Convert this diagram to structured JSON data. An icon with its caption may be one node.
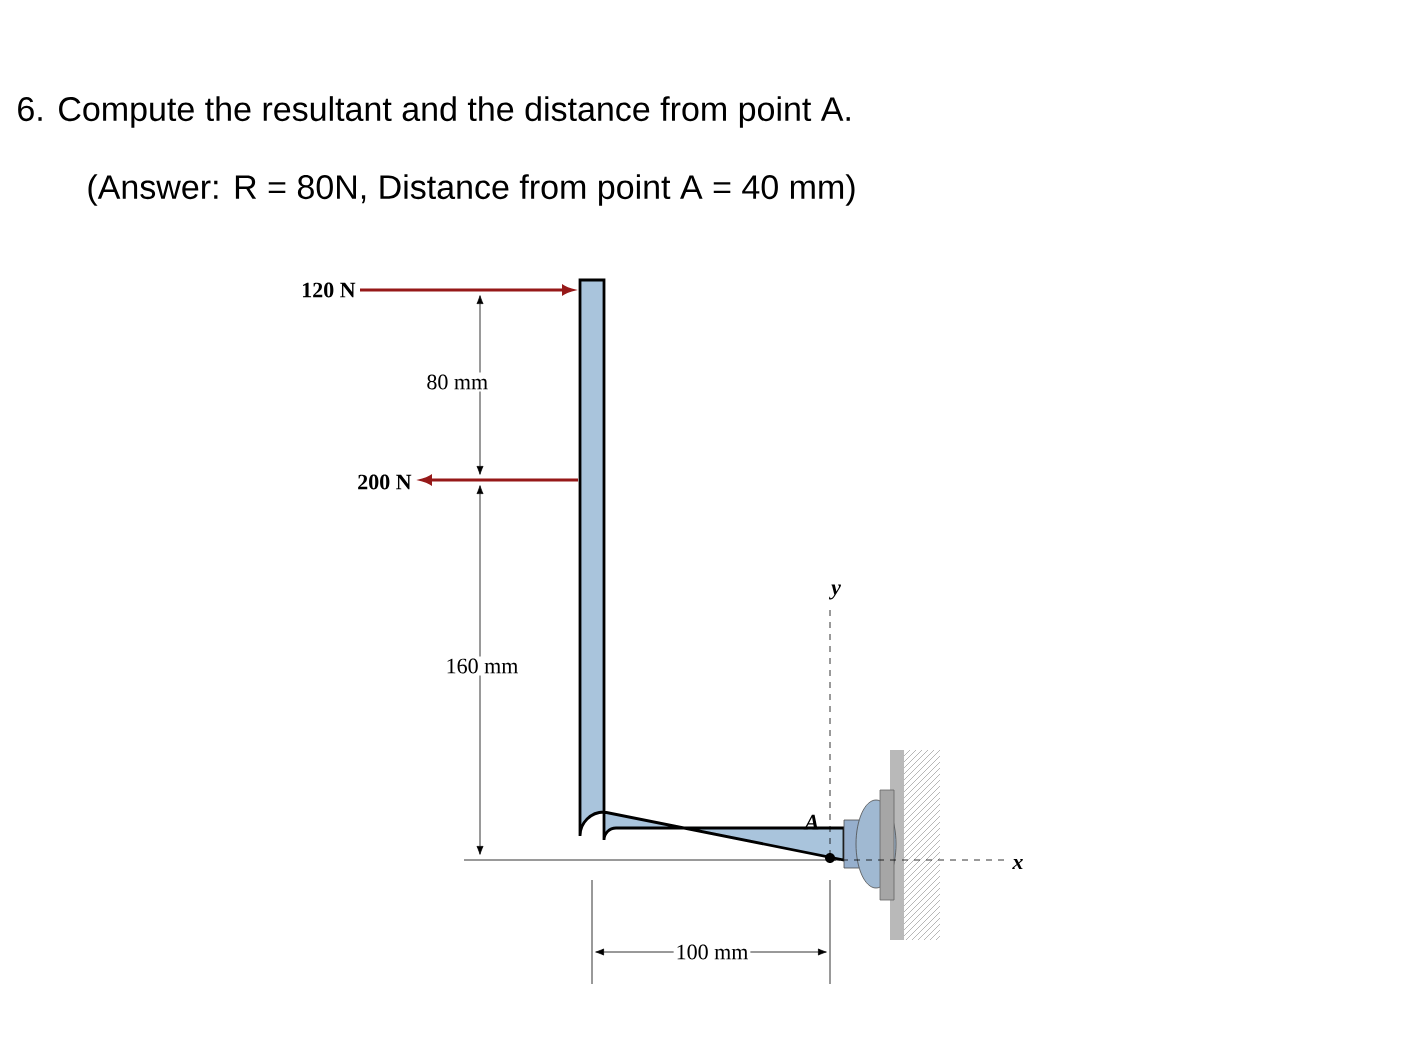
{
  "diagram": {
    "title": "6. Compute the resultant and the distance from point A.",
    "labels": [
      "(Answer: R = 80N, Distance from point A = 40 mm)",
      "120 N",
      "80 mm",
      "200 N",
      "160 mm",
      "y",
      "A",
      "x",
      "100 mm"
    ]
  }
}
